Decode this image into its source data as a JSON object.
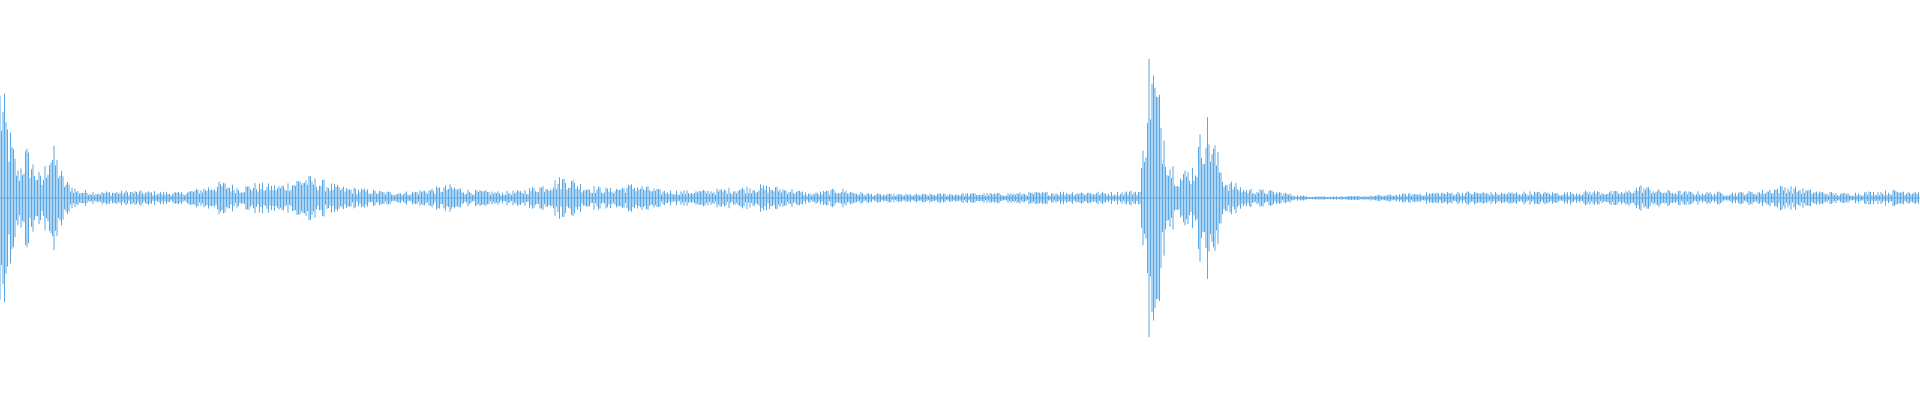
{
  "waveform": {
    "color": "#5aa9e6",
    "background": "#ffffff",
    "envelope": [
      [
        0,
        0.75
      ],
      [
        8,
        0.48
      ],
      [
        18,
        0.18
      ],
      [
        26,
        0.32
      ],
      [
        34,
        0.22
      ],
      [
        42,
        0.12
      ],
      [
        50,
        0.35
      ],
      [
        56,
        0.28
      ],
      [
        64,
        0.12
      ],
      [
        78,
        0.05
      ],
      [
        100,
        0.04
      ],
      [
        130,
        0.045
      ],
      [
        160,
        0.04
      ],
      [
        180,
        0.035
      ],
      [
        200,
        0.06
      ],
      [
        222,
        0.1
      ],
      [
        240,
        0.07
      ],
      [
        255,
        0.09
      ],
      [
        280,
        0.08
      ],
      [
        305,
        0.14
      ],
      [
        322,
        0.11
      ],
      [
        340,
        0.07
      ],
      [
        360,
        0.06
      ],
      [
        385,
        0.04
      ],
      [
        410,
        0.04
      ],
      [
        430,
        0.06
      ],
      [
        450,
        0.08
      ],
      [
        470,
        0.05
      ],
      [
        500,
        0.04
      ],
      [
        520,
        0.045
      ],
      [
        550,
        0.1
      ],
      [
        565,
        0.14
      ],
      [
        585,
        0.08
      ],
      [
        610,
        0.06
      ],
      [
        635,
        0.09
      ],
      [
        660,
        0.05
      ],
      [
        690,
        0.045
      ],
      [
        720,
        0.055
      ],
      [
        760,
        0.08
      ],
      [
        790,
        0.06
      ],
      [
        810,
        0.03
      ],
      [
        840,
        0.06
      ],
      [
        860,
        0.035
      ],
      [
        880,
        0.025
      ],
      [
        920,
        0.025
      ],
      [
        960,
        0.03
      ],
      [
        1000,
        0.03
      ],
      [
        1030,
        0.035
      ],
      [
        1060,
        0.04
      ],
      [
        1090,
        0.04
      ],
      [
        1110,
        0.035
      ],
      [
        1140,
        0.05
      ],
      [
        1150,
        0.98
      ],
      [
        1160,
        0.62
      ],
      [
        1170,
        0.25
      ],
      [
        1180,
        0.15
      ],
      [
        1195,
        0.22
      ],
      [
        1205,
        0.55
      ],
      [
        1212,
        0.4
      ],
      [
        1225,
        0.12
      ],
      [
        1245,
        0.06
      ],
      [
        1265,
        0.05
      ],
      [
        1280,
        0.04
      ],
      [
        1300,
        0.015
      ],
      [
        1340,
        0.01
      ],
      [
        1370,
        0.015
      ],
      [
        1400,
        0.025
      ],
      [
        1430,
        0.035
      ],
      [
        1470,
        0.04
      ],
      [
        1500,
        0.035
      ],
      [
        1530,
        0.04
      ],
      [
        1565,
        0.035
      ],
      [
        1590,
        0.045
      ],
      [
        1625,
        0.04
      ],
      [
        1640,
        0.08
      ],
      [
        1660,
        0.05
      ],
      [
        1690,
        0.04
      ],
      [
        1730,
        0.035
      ],
      [
        1760,
        0.045
      ],
      [
        1785,
        0.08
      ],
      [
        1810,
        0.05
      ],
      [
        1840,
        0.03
      ],
      [
        1870,
        0.04
      ],
      [
        1900,
        0.05
      ],
      [
        1920,
        0.05
      ]
    ]
  }
}
